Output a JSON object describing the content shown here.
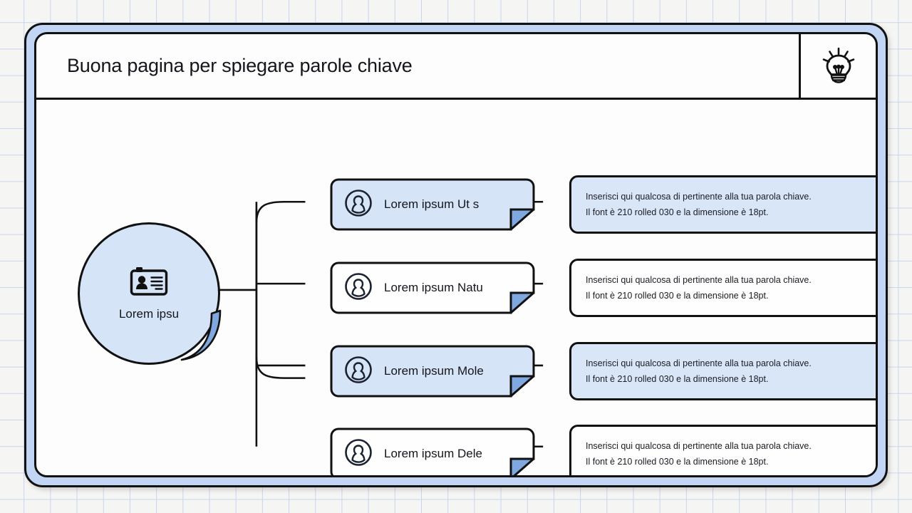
{
  "background": {
    "grid_color": "#c9d4f0",
    "page_color": "#f5f5f3"
  },
  "theme": {
    "accent_fill": "#d6e4f7",
    "fold_fill": "#7fa8e0",
    "frame_band": "#c3d5f5",
    "outline": "#111111"
  },
  "header": {
    "title": "Buona pagina per spiegare parole chiave",
    "icon": "lightbulb-icon"
  },
  "central_node": {
    "label": "Lorem ipsu",
    "icon": "id-badge-icon",
    "fill": "#d6e4f7",
    "has_folded_corner": true
  },
  "branches": [
    {
      "label": "Lorem ipsum Ut s",
      "icon": "person-avatar-icon",
      "card_fill": "#d6e4f7",
      "desc_fill": "#d9e6f8",
      "description": [
        "Inserisci qui qualcosa di pertinente alla tua parola chiave.",
        "Il font è 210 rolled 030 e la dimensione è 18pt."
      ]
    },
    {
      "label": "Lorem ipsum Natu",
      "icon": "person-avatar-icon",
      "card_fill": "#fefefe",
      "desc_fill": "#fefefe",
      "description": [
        "Inserisci qui qualcosa di pertinente alla tua parola chiave.",
        "Il font è 210 rolled 030 e la dimensione è 18pt."
      ]
    },
    {
      "label": "Lorem ipsum Mole",
      "icon": "person-avatar-icon",
      "card_fill": "#d6e4f7",
      "desc_fill": "#d9e6f8",
      "description": [
        "Inserisci qui qualcosa di pertinente alla tua parola chiave.",
        "Il font è 210 rolled 030 e la dimensione è 18pt."
      ]
    },
    {
      "label": "Lorem ipsum Dele",
      "icon": "person-avatar-icon",
      "card_fill": "#fefefe",
      "desc_fill": "#fefefe",
      "description": [
        "Inserisci qui qualcosa di pertinente alla tua parola chiave.",
        "Il font è 210 rolled 030 e la dimensione è 18pt."
      ]
    }
  ]
}
